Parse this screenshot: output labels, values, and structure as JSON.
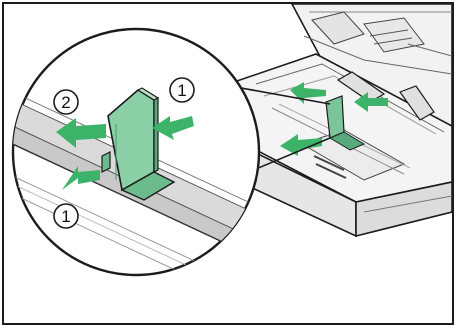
{
  "callouts": {
    "step_top_right": "1",
    "step_top_left": "2",
    "step_bottom_left": "1"
  },
  "colors": {
    "guide_green": "#7cc49a",
    "guide_green_dark": "#4a9a6e",
    "arrow_green": "#3db36a",
    "outline": "#1c1c1c",
    "tray_gray": "#d4d4d4"
  }
}
